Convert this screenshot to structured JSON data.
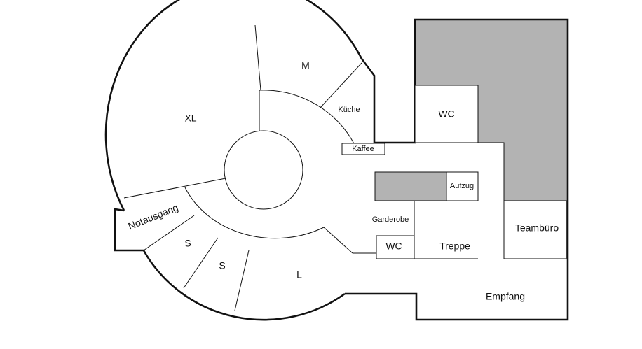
{
  "floorplan": {
    "rooms": {
      "xl": "XL",
      "m": "M",
      "kueche": "Küche",
      "kaffee": "Kaffee",
      "wc_top": "WC",
      "aufzug": "Aufzug",
      "garderobe": "Garderobe",
      "notausgang": "Notausgang",
      "s1": "S",
      "s2": "S",
      "l": "L",
      "wc_bottom": "WC",
      "treppe": "Treppe",
      "teambuero": "Teambüro",
      "empfang": "Empfang"
    },
    "colors": {
      "wall": "#111111",
      "blocked_area": "#b3b3b3",
      "background": "#ffffff"
    }
  }
}
